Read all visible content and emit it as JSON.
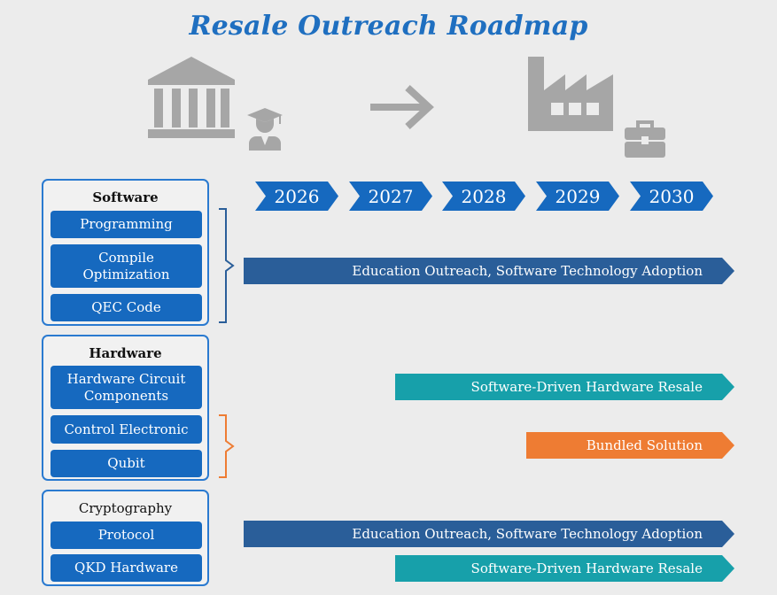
{
  "title": "Resale Outreach Roadmap",
  "icons": {
    "left_group": [
      "bank-icon",
      "graduate-icon"
    ],
    "middle": "arrow-right-icon",
    "right_group": [
      "factory-icon",
      "briefcase-icon"
    ]
  },
  "colors": {
    "title": "#1f6fc0",
    "item": "#1669bf",
    "group_border": "#2a7ad0",
    "bar_blue": "#2a5e99",
    "bar_teal": "#17a0aa",
    "bar_orange": "#ee7c33",
    "icon_gray": "#a6a6a6"
  },
  "years": [
    "2026",
    "2027",
    "2028",
    "2029",
    "2030"
  ],
  "groups": [
    {
      "header": "Software",
      "items": [
        "Programming",
        "Compile Optimization",
        "QEC Code"
      ]
    },
    {
      "header": "Hardware",
      "items": [
        "Hardware Circuit Components",
        "Control Electronic",
        "Qubit"
      ]
    },
    {
      "header": "Cryptography",
      "items": [
        "Protocol",
        "QKD Hardware"
      ]
    }
  ],
  "bars": [
    {
      "label": "Education Outreach, Software Technology Adoption",
      "color": "blue",
      "start_year": "2026",
      "end_year": "2030"
    },
    {
      "label": "Software-Driven Hardware Resale",
      "color": "teal",
      "start_year": "2027",
      "end_year": "2030"
    },
    {
      "label": "Bundled Solution",
      "color": "orange",
      "start_year": "2029",
      "end_year": "2030"
    },
    {
      "label": "Education Outreach, Software Technology Adoption",
      "color": "blue",
      "start_year": "2026",
      "end_year": "2030"
    },
    {
      "label": "Software-Driven Hardware Resale",
      "color": "teal",
      "start_year": "2027",
      "end_year": "2030"
    }
  ]
}
